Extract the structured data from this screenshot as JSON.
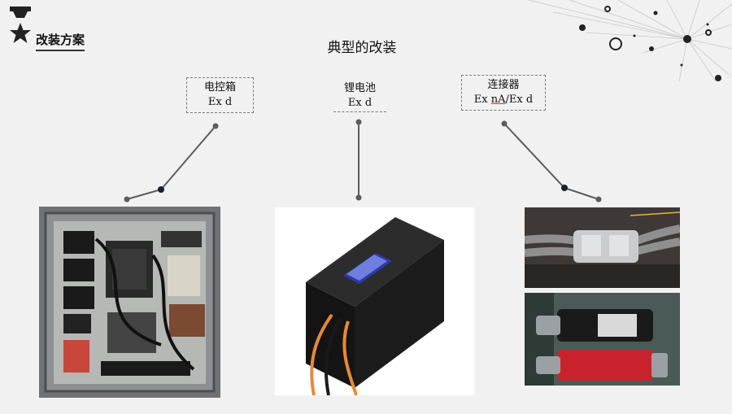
{
  "section": {
    "title": "改装方案"
  },
  "page": {
    "title": "典型的改装"
  },
  "labels": [
    {
      "name": "电控箱",
      "rating": "Ex d"
    },
    {
      "name": "锂电池",
      "rating": "Ex d"
    },
    {
      "name": "连接器",
      "rating_prefix": "Ex ",
      "rating_underlined": "nA",
      "rating_suffix": "/Ex d"
    }
  ],
  "icons": {
    "logo": "star-lamp-icon"
  },
  "colors": {
    "background": "#f1f1f1",
    "line": "#5c5c5c",
    "dot": "#2b2f3a",
    "orange_cable": "#e58a3a",
    "red_connector": "#c8232c"
  }
}
